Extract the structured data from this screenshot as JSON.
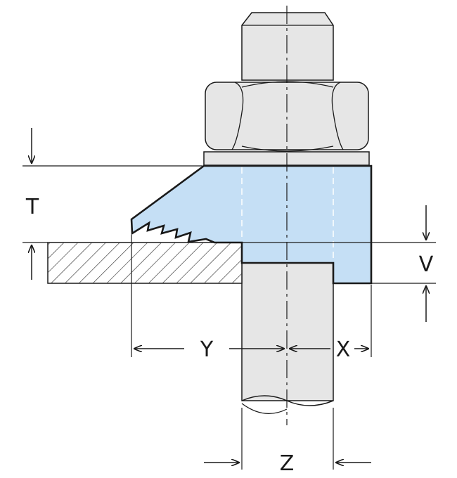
{
  "labels": {
    "t": "T",
    "v": "V",
    "y": "Y",
    "x": "X",
    "z": "Z"
  },
  "colors": {
    "clamp_fill": "#c5dff5",
    "steel_fill": "#e6e6e6",
    "outline": "#1a1a1a"
  },
  "icons": {
    "arrowheads": "open-arrow",
    "workpiece_pattern": "diagonal-hatch"
  }
}
